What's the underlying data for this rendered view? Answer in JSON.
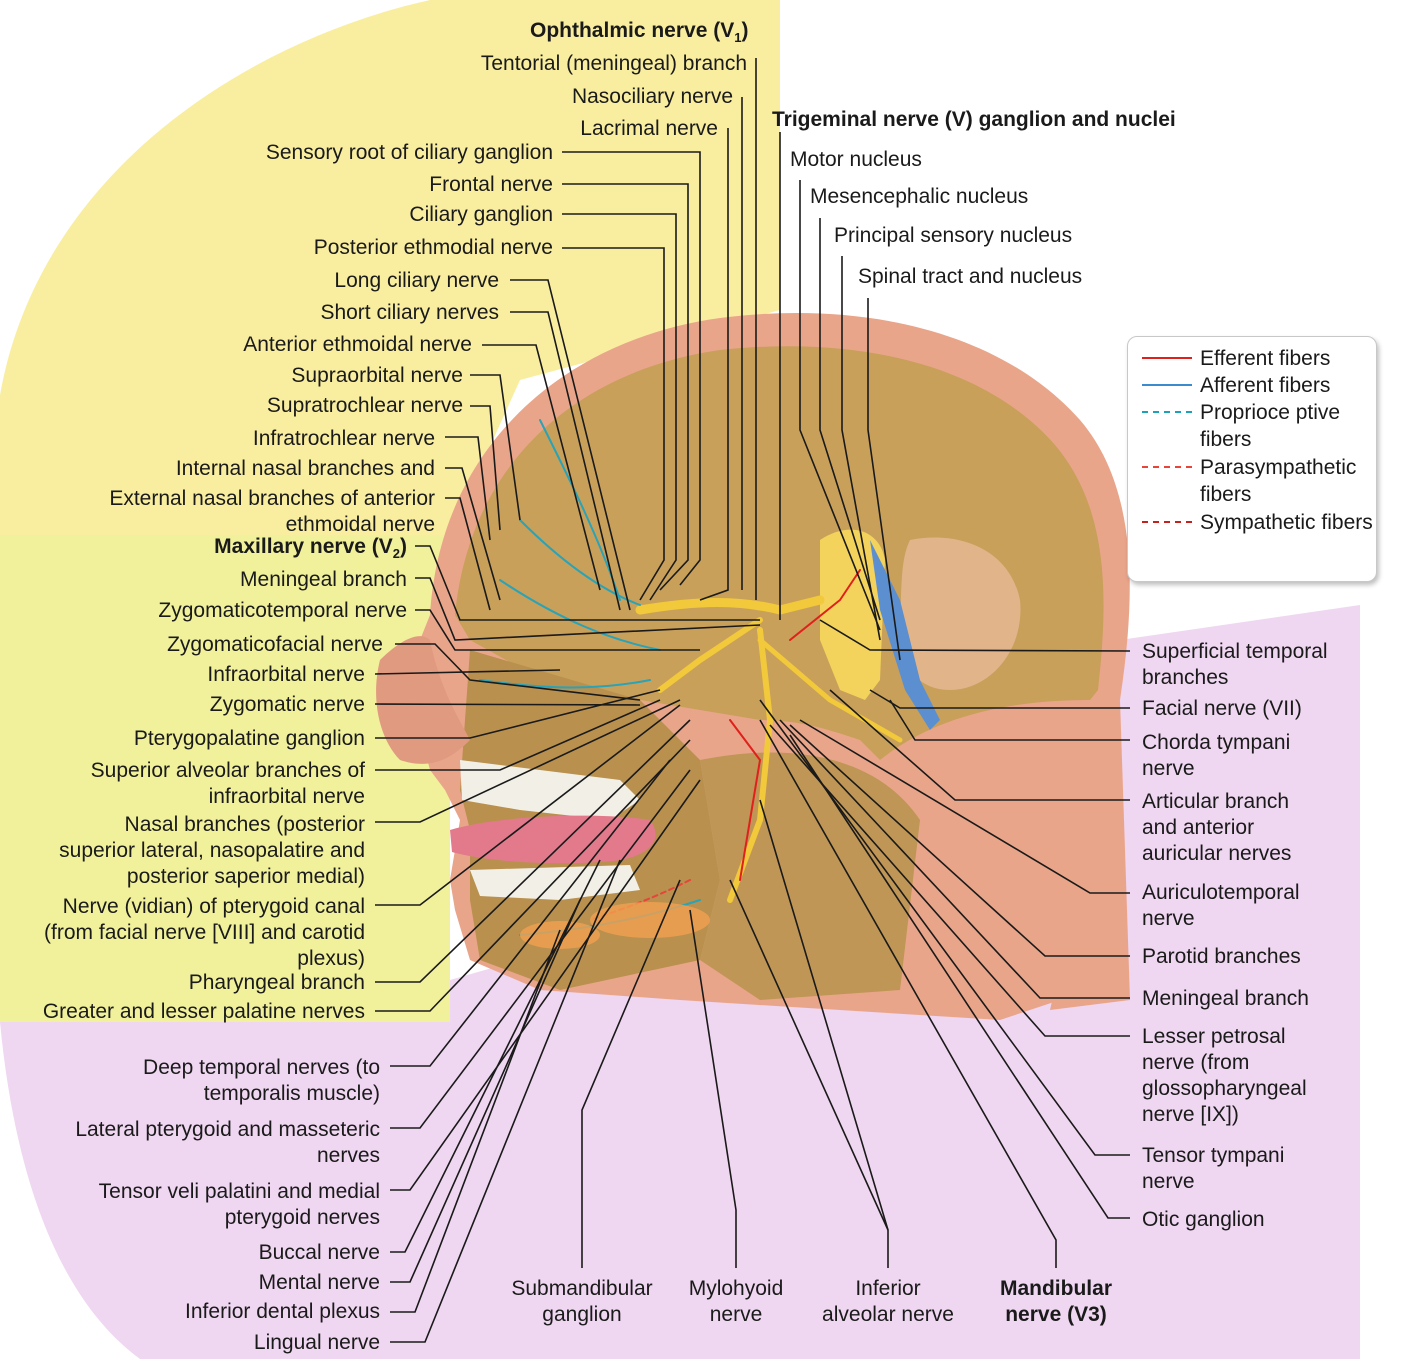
{
  "colors": {
    "ophthalmic_region": "#f9ee9f",
    "maxillary_region": "#f1f19c",
    "mandibular_region": "#efd6f1",
    "efferent": "#e0201c",
    "afferent": "#3a8ccf",
    "proprioceptive": "#1aa3b8",
    "parasympathetic": "#e8443a",
    "sympathetic": "#c8201c"
  },
  "ophthalmic": {
    "heading": "Ophthalmic nerve (V",
    "heading_sub": "1",
    "heading_end": ")",
    "branches": [
      "Tentorial (meningeal) branch",
      "Nasociliary nerve",
      "Lacrimal nerve",
      "Sensory root of ciliary ganglion",
      "Frontal nerve",
      "Ciliary ganglion",
      "Posterior ethmodial nerve",
      "Long ciliary nerve",
      "Short ciliary nerves",
      "Anterior ethmoidal nerve",
      "Supraorbital nerve",
      "Supratrochlear nerve",
      "Infratrochlear nerve",
      "Internal nasal branches and",
      "External nasal branches of anterior",
      "ethmoidal nerve"
    ]
  },
  "maxillary": {
    "heading": "Maxillary nerve (V",
    "heading_sub": "2",
    "heading_end": ")",
    "branches": [
      "Meningeal branch",
      "Zygomaticotemporal nerve",
      "Zygomaticofacial nerve",
      "Infraorbital nerve",
      "Zygomatic nerve",
      "Pterygopalatine ganglion",
      "Superior alveolar branches of",
      "infraorbital nerve",
      "Nasal branches (posterior",
      "superior lateral, nasopalatire and",
      "posterior saperior medial)",
      "Nerve (vidian) of pterygoid canal",
      "(from facial nerve [VIII] and carotid",
      "plexus)",
      "Pharyngeal branch",
      "Greater and lesser palatine nerves"
    ]
  },
  "trigeminal": {
    "heading": "Trigeminal nerve (V) ganglion and nuclei",
    "nuclei": [
      "Motor nucleus",
      "Mesencephalic nucleus",
      "Principal sensory nucleus",
      "Spinal tract and nucleus"
    ]
  },
  "legend": [
    {
      "label": "Efferent fibers",
      "style": "solid",
      "color": "#e0201c"
    },
    {
      "label": "Afferent fibers",
      "style": "solid",
      "color": "#3a8ccf"
    },
    {
      "label": "Proprioce ptive fibers",
      "style": "dashed",
      "color": "#1aa3b8"
    },
    {
      "label": "Parasympathetic fibers",
      "style": "dashed",
      "color": "#e8443a"
    },
    {
      "label": "Sympathetic fibers",
      "style": "dashed",
      "color": "#c8201c"
    }
  ],
  "right_labels": [
    "Superficial temporal",
    "branches",
    "Facial nerve (VII)",
    "Chorda tympani",
    "nerve",
    "Articular branch",
    "and anterior",
    "auricular nerves",
    "Auriculotemporal",
    "nerve",
    "Parotid branches",
    "Meningeal branch",
    "Lesser petrosal",
    "nerve (from",
    "glossopharyngeal",
    "nerve [IX])",
    "Tensor tympani",
    "nerve",
    "Otic ganglion"
  ],
  "mandibular_left": [
    "Deep temporal nerves (to",
    "temporalis muscle)",
    "Lateral pterygoid and masseteric",
    "nerves",
    "Tensor veli palatini and medial",
    "pterygoid nerves",
    "Buccal nerve",
    "Mental nerve",
    "Inferior dental plexus",
    "Lingual nerve"
  ],
  "bottom_labels": [
    [
      "Submandibular",
      "ganglion"
    ],
    [
      "Mylohyoid",
      "nerve"
    ],
    [
      "Inferior",
      "alveolar nerve"
    ],
    [
      "Mandibular",
      "nerve (V3)"
    ]
  ]
}
